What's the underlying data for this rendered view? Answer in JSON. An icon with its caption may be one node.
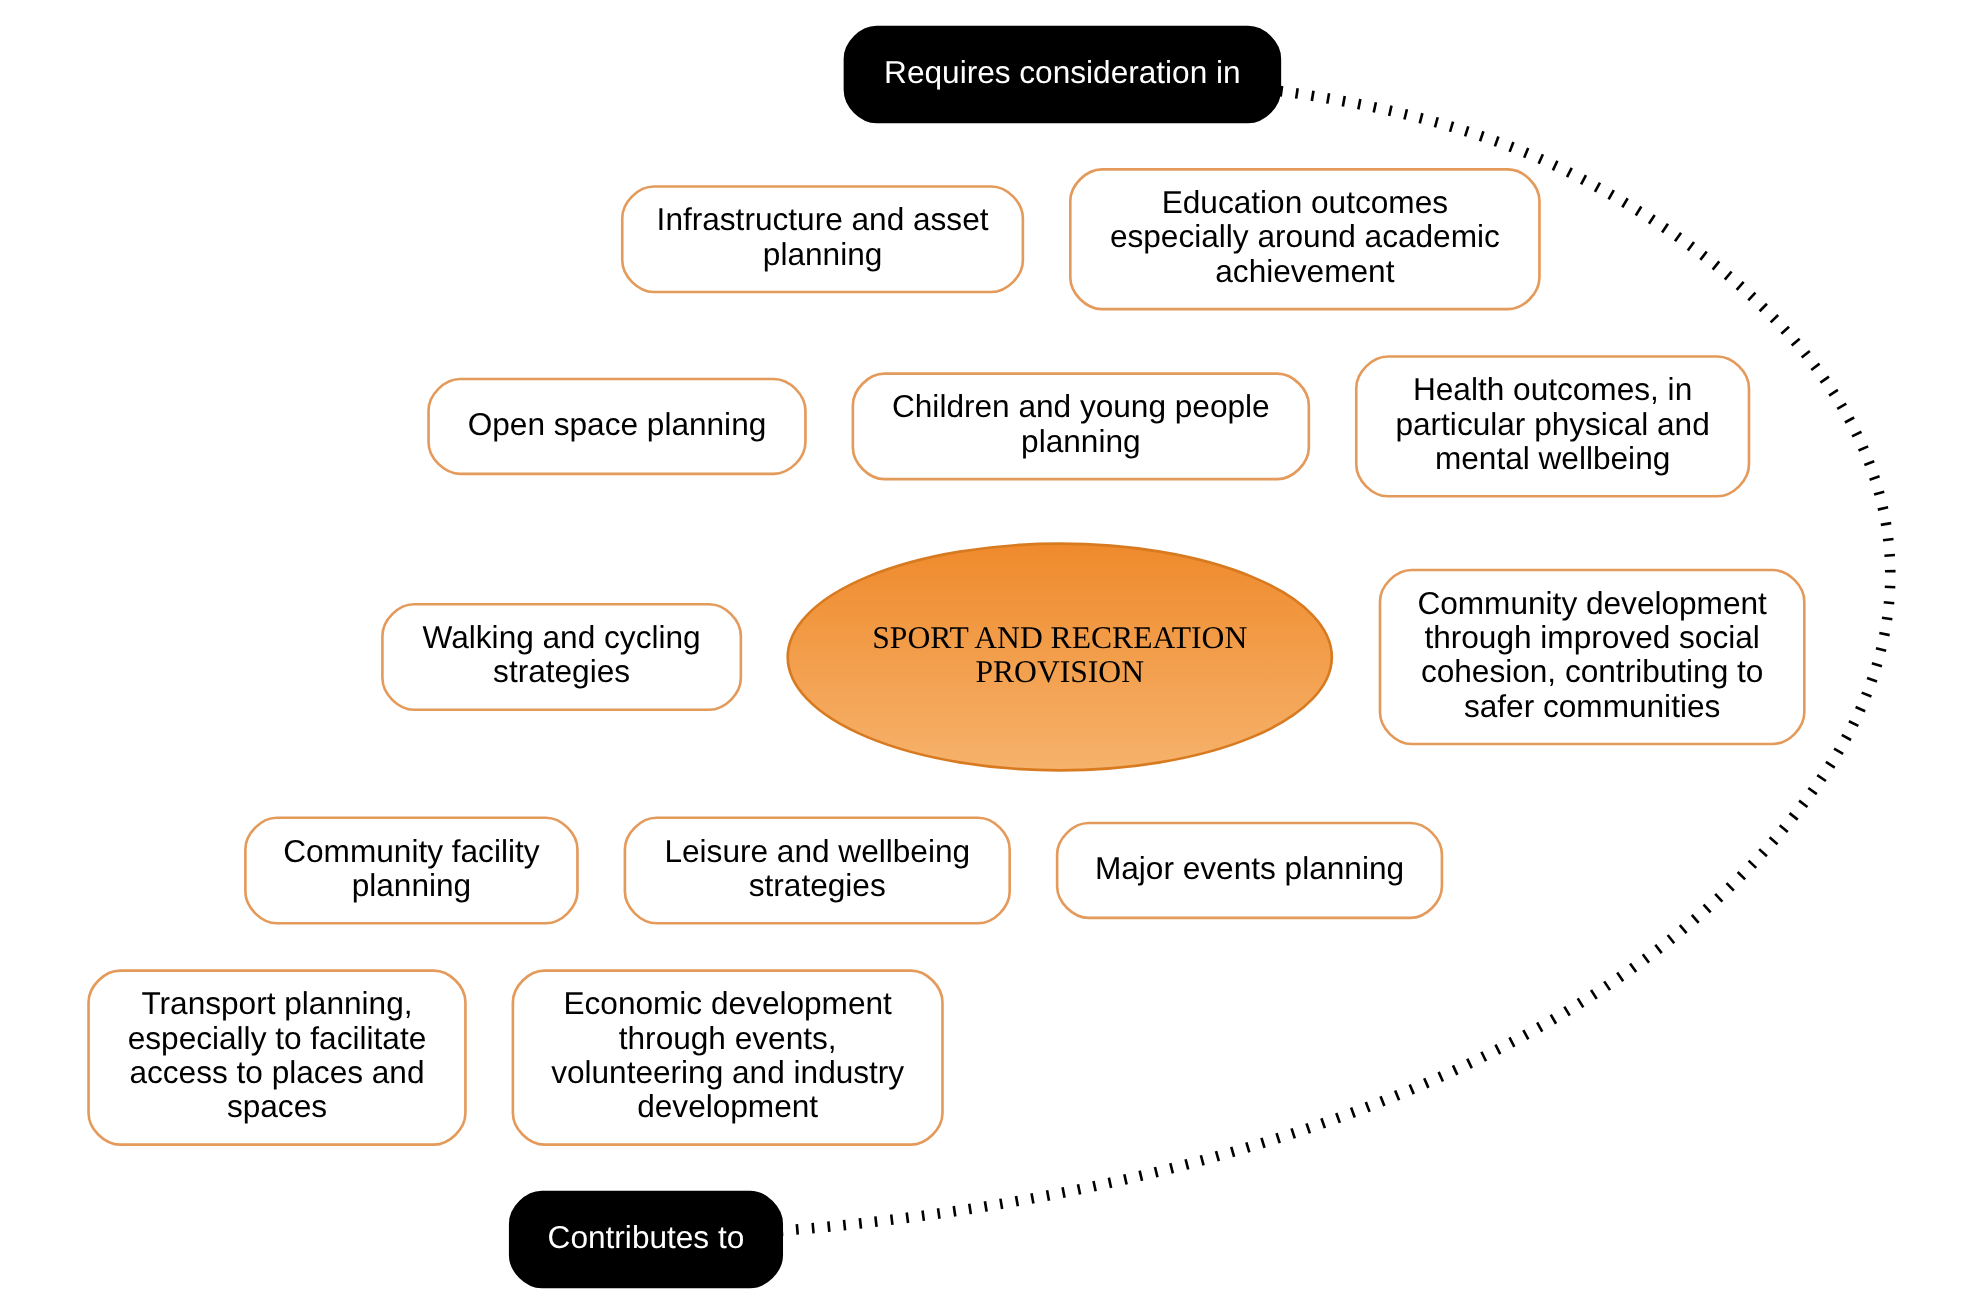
{
  "diagram": {
    "nodes": [
      {
        "text": [
          "Requires consideration in"
        ]
      },
      {
        "text": [
          "Infrastructure and asset planning"
        ]
      },
      {
        "text": [
          "Open space planning"
        ]
      },
      {
        "text": [
          "Walking and cycling strategies"
        ]
      },
      {
        "text": [
          "Community facility planning"
        ]
      },
      {
        "text": [
          "Transport planning, especially to facilitate access to places and spaces"
        ]
      },
      {
        "text": [
          "SPORT AND RECREATION PROVISION"
        ]
      },
      {
        "text": [
          "Education outcomes especially around academic achievement"
        ]
      },
      {
        "text": [
          "Children and young people planning"
        ]
      },
      {
        "text": [
          "Health outcomes, in particular physical and mental wellbeing"
        ]
      },
      {
        "text": [
          "Community development through improved social cohesion, contributing to safer communities"
        ]
      },
      {
        "text": [
          "Leisure and wellbeing strategies"
        ]
      },
      {
        "text": [
          "Major events planning"
        ]
      },
      {
        "text": [
          "Economic development through events, volunteering and industry development"
        ]
      },
      {
        "text": [
          "Contributes to"
        ]
      }
    ],
    "edges": [
      {
        "from": 0,
        "to": 14,
        "arrow": "none",
        "style": "dashed"
      }
    ]
  }
}
